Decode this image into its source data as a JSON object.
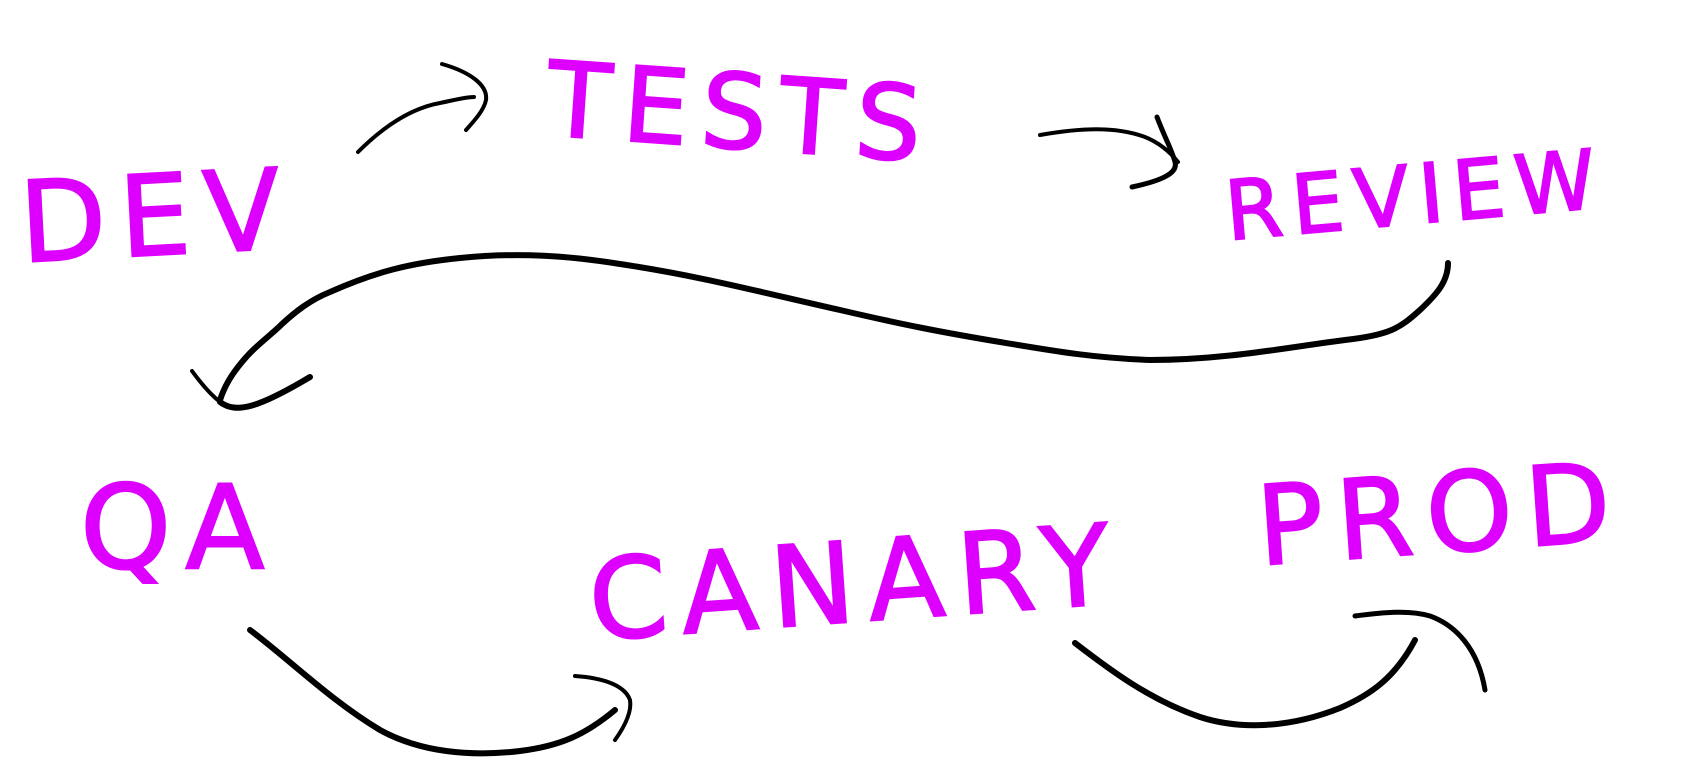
{
  "colors": {
    "label": "#dd00ff",
    "arrow": "#000000",
    "background": "#ffffff"
  },
  "stages": [
    {
      "id": "dev",
      "label": "DEV"
    },
    {
      "id": "tests",
      "label": "TESTS"
    },
    {
      "id": "review",
      "label": "REVIEW"
    },
    {
      "id": "qa",
      "label": "QA"
    },
    {
      "id": "canary",
      "label": "CANARY"
    },
    {
      "id": "prod",
      "label": "PROD"
    }
  ],
  "flow": [
    {
      "from": "dev",
      "to": "tests"
    },
    {
      "from": "tests",
      "to": "review"
    },
    {
      "from": "review",
      "to": "qa"
    },
    {
      "from": "qa",
      "to": "canary"
    },
    {
      "from": "canary",
      "to": "prod"
    }
  ]
}
